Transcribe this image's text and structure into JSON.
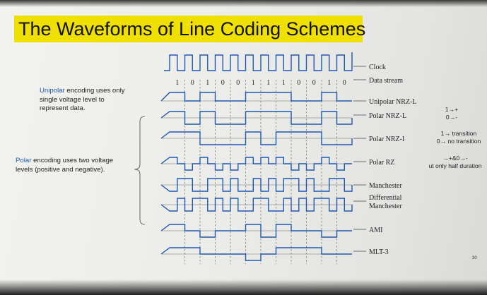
{
  "title": "The Waveforms of Line Coding Schemes",
  "unipolar_note": {
    "highlight": "Unipolar",
    "lines": [
      " encoding uses only",
      "single voltage level to",
      "represent data."
    ]
  },
  "polar_note": {
    "highlight": "Polar",
    "lines": [
      " encoding uses two voltage",
      "levels (positive and negative)."
    ]
  },
  "clock_label": "Clock",
  "data_label": "Data stream",
  "bits": [
    "1",
    "0",
    "1",
    "0",
    "0",
    "1",
    "1",
    "1",
    "0",
    "0",
    "1",
    "0"
  ],
  "waveforms": [
    {
      "id": "unipolar-nrz-l",
      "lines": [
        "Unipolar NRZ-L"
      ],
      "levels": [
        1,
        0,
        1,
        0,
        0,
        1,
        1,
        1,
        0,
        0,
        1,
        0
      ],
      "mode": "unipolar"
    },
    {
      "id": "polar-nrz-l",
      "lines": [
        "Polar NRZ-L"
      ],
      "levels": [
        1,
        -1,
        1,
        -1,
        -1,
        1,
        1,
        1,
        -1,
        -1,
        1,
        -1
      ],
      "mode": "polar"
    },
    {
      "id": "polar-nrz-i",
      "lines": [
        "Polar NRZ-I"
      ],
      "levels": [
        1,
        1,
        -1,
        -1,
        -1,
        1,
        -1,
        1,
        1,
        1,
        -1,
        -1
      ],
      "mode": "polar"
    },
    {
      "id": "polar-rz",
      "lines": [
        "Polar RZ"
      ],
      "mode": "rz"
    },
    {
      "id": "manchester",
      "lines": [
        "Manchester"
      ],
      "mode": "manchester"
    },
    {
      "id": "differential-manchester",
      "lines": [
        "Differential",
        "Manchester"
      ],
      "mode": "diffman"
    },
    {
      "id": "ami",
      "lines": [
        "AMI"
      ],
      "levels": [
        1,
        0,
        -1,
        0,
        0,
        1,
        -1,
        1,
        0,
        0,
        -1,
        0
      ],
      "mode": "polar"
    },
    {
      "id": "mlt-3",
      "lines": [
        "MLT-3"
      ],
      "levels": [
        1,
        1,
        0,
        0,
        0,
        -1,
        0,
        1,
        1,
        1,
        0,
        0
      ],
      "mode": "polar"
    }
  ],
  "right_notes": {
    "nrzl": [
      "1→+",
      "0→-"
    ],
    "nrzi": [
      "1→ transition",
      "0→ no transition"
    ],
    "rz": [
      "→+&0→-",
      "ut only half duration"
    ]
  },
  "page_number": "30",
  "colors": {
    "wave": "#1f57b0",
    "title_band": "#f0e000",
    "highlight": "#1f57b0"
  }
}
